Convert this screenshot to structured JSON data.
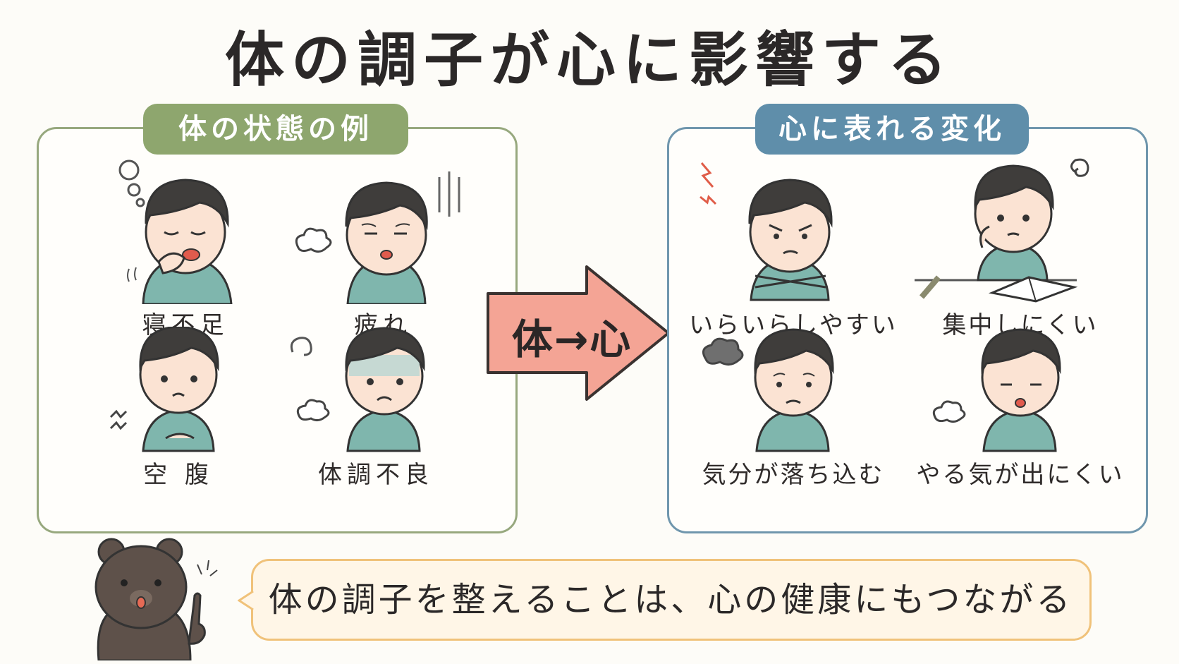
{
  "title": "体の調子が心に影響する",
  "left_panel": {
    "header": "体の状態の例",
    "items": [
      {
        "label": "寝不足"
      },
      {
        "label": "疲れ"
      },
      {
        "label": "空 腹"
      },
      {
        "label": "体調不良"
      }
    ]
  },
  "arrow_label": "体→心",
  "right_panel": {
    "header": "心に表れる変化",
    "items": [
      {
        "label": "いらいらしやすい"
      },
      {
        "label": "集中しにくい"
      },
      {
        "label": "気分が落ち込む"
      },
      {
        "label": "やる気が出にくい"
      }
    ]
  },
  "footer_message": "体の調子を整えることは、心の健康にもつながる",
  "colors": {
    "left_accent": "#8ea66e",
    "right_accent": "#5f8eaa",
    "arrow_fill": "#f4a495",
    "bubble_border": "#f0c27a",
    "shirt": "#7fb6ad",
    "hair": "#3f3d3b"
  }
}
